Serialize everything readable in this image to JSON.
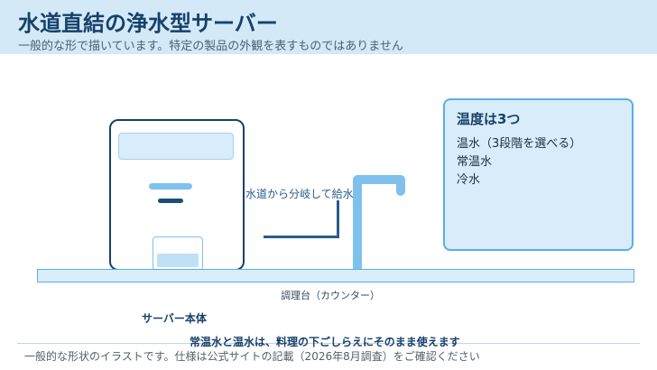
{
  "header": {
    "title": "水道直結の浄水型サーバー",
    "subtitle": "一般的な形で描いています。特定の製品の外観を表すものではありません"
  },
  "temperature_box": {
    "heading": "温度は3つ",
    "items": [
      "温水（3段階を選べる）",
      "常温水",
      "冷水"
    ]
  },
  "diagram": {
    "pipe_label": "水道から分岐して給水",
    "counter_label": "調理台（カウンター）",
    "server_label": "サーバー本体",
    "note": "常温水と温水は、料理の下ごしらえにそのまま使えます"
  },
  "footer": {
    "footnote": "一般的な形状のイラストです。仕様は公式サイトの記載（2026年8月調査）をご確認ください"
  },
  "colors": {
    "navy": "#17416b",
    "light_blue": "#d8ecfa",
    "accent_blue": "#5aaee8",
    "faucet_blue": "#7fc1ec"
  }
}
